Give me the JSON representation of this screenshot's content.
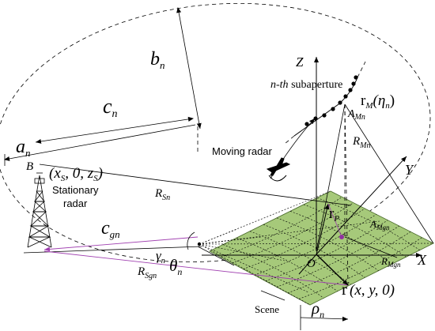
{
  "labels": {
    "b_n": "b",
    "b_sub": "n",
    "c_n": "c",
    "c_sub": "n",
    "a_n": "a",
    "a_sub": "n",
    "Z": "Z",
    "Y": "Y",
    "X": "X",
    "O": "O",
    "B": "B",
    "subaperture_italic": "n-th",
    "subaperture_word": " subaperture",
    "rM": "r",
    "rM_sub": "M",
    "rM_arg": "(η",
    "rM_arg_sub": "n",
    "rM_close": ")",
    "AMn": "A",
    "AMn_sub": "Mn",
    "RMn": "R",
    "RMn_sub": "Mn",
    "moving_radar": "Moving radar",
    "stationary_pos": "(x",
    "stationary_pos_sub1": "S",
    "stationary_pos_mid": ", 0, z",
    "stationary_pos_sub2": "S",
    "stationary_pos_close": ")",
    "stationary_line1": "Stationary",
    "stationary_line2": "radar",
    "RSn": "R",
    "RSn_sub": "Sn",
    "rP": "r",
    "rP_sub": "P",
    "AMgn": "A",
    "AMgn_sub": "Mgn",
    "c_gn": "c",
    "c_gn_sub": "gn",
    "gamma_n": "γ",
    "gamma_sub": "n",
    "theta_n": "θ",
    "theta_sub": "n",
    "RSgn": "R",
    "RSgn_sub": "Sgn",
    "RMgn": "R",
    "RMgn_sub": "Mgn",
    "r": "r",
    "r_coords": "(x, y, 0)",
    "scene": "Scene",
    "rho": "ρ",
    "rho_sub": "n"
  },
  "colors": {
    "scene_fill": "#a6c97a",
    "scene_stroke": "#4a6b2a",
    "purple": "#a040b0",
    "point": "#9030a0"
  }
}
